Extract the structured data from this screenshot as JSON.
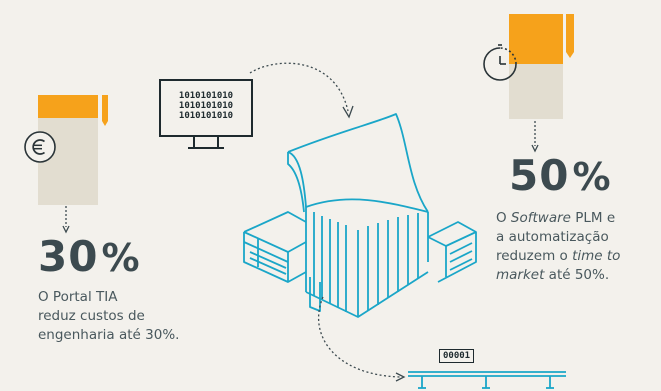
{
  "left_stat": {
    "value": "30",
    "unit": "%",
    "line1": "O Portal TIA",
    "line2": "reduz custos de",
    "line3": "engenharia até 30%.",
    "icon": "euro-coin-icon"
  },
  "right_stat": {
    "value": "50",
    "unit": "%",
    "line1_pre": "O ",
    "line1_italic": "Software",
    "line1_post": " PLM e",
    "line2": "a automatização",
    "line3_pre": "reduzem o ",
    "line3_italic": "time to",
    "line4_italic": "market",
    "line4_post": " até 50%.",
    "icon": "stopwatch-icon"
  },
  "monitor": {
    "binary_lines": [
      "1010101010",
      "1010101010",
      "1010101010"
    ],
    "icon": "computer-monitor-icon"
  },
  "production_line": {
    "counter": "00001",
    "icon": "conveyor-line-icon"
  },
  "building": {
    "icon": "factory-building-icon"
  },
  "colors": {
    "orange": "#f6a21b",
    "beige": "#e2ddd0",
    "cyan": "#1aa6c8",
    "text": "#3c4a4f",
    "background": "#f3f1ec"
  }
}
